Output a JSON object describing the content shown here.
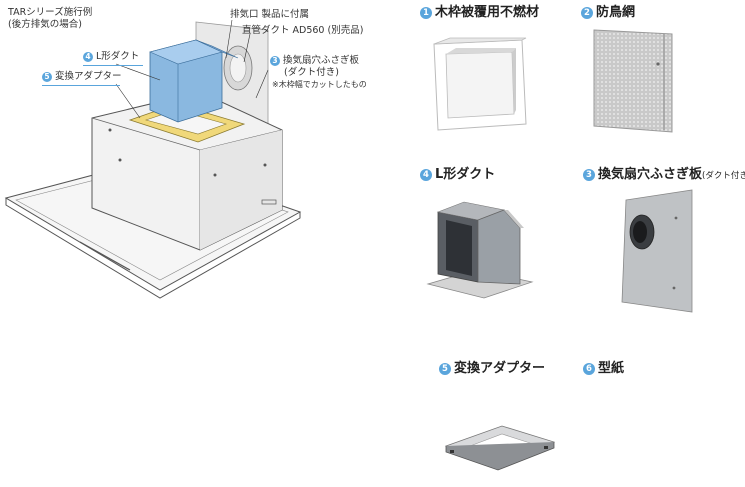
{
  "example": {
    "title_line1": "TARシリーズ施行例",
    "title_line2": "(後方排気の場合)"
  },
  "diagram": {
    "exhaust_port": "排気口  製品に付属",
    "straight_duct": "直管ダクト AD560  (別売品)",
    "callout_4_num": "4",
    "callout_4_text": "L形ダクト",
    "callout_5_num": "5",
    "callout_5_text": "変換アダプター",
    "callout_3_num": "3",
    "callout_3_text": "換気扇穴ふさぎ板",
    "callout_3_sub": "(ダクト付き)",
    "callout_3_note": "※木枠幅でカットしたもの"
  },
  "parts": [
    {
      "num": "1",
      "label": "木枠被覆用不燃材",
      "sub": ""
    },
    {
      "num": "2",
      "label": "防鳥網",
      "sub": ""
    },
    {
      "num": "4",
      "label": "L形ダクト",
      "sub": ""
    },
    {
      "num": "3",
      "label": "換気扇穴ふさぎ板",
      "sub": "(ダクト付き)"
    },
    {
      "num": "5",
      "label": "変換アダプター",
      "sub": ""
    },
    {
      "num": "6",
      "label": "型紙",
      "sub": ""
    }
  ],
  "colors": {
    "badge": "#5aa5dc",
    "duct_blue": "#8ab8e0",
    "adapter_yellow": "#f0d87a"
  }
}
